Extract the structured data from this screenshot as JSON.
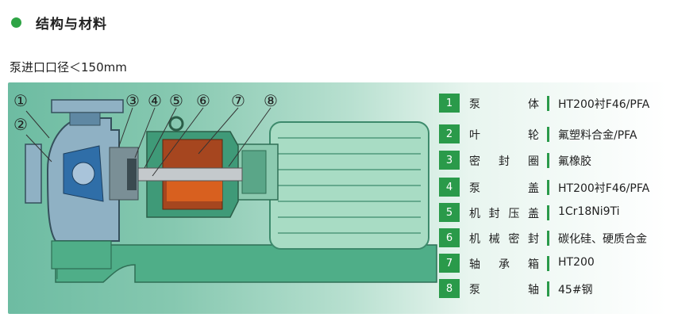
{
  "section_title": "结构与材料",
  "subtitle": "泵进口口径＜150mm",
  "callouts": [
    "①",
    "②",
    "③",
    "④",
    "⑤",
    "⑥",
    "⑦",
    "⑧"
  ],
  "parts": [
    {
      "no": "1",
      "name": "泵体",
      "material": "HT200衬F46/PFA"
    },
    {
      "no": "2",
      "name": "叶轮",
      "material": "氟塑料合金/PFA"
    },
    {
      "no": "3",
      "name": "密封圈",
      "material": "氟橡胶"
    },
    {
      "no": "4",
      "name": "泵盖",
      "material": "HT200衬F46/PFA"
    },
    {
      "no": "5",
      "name": "机封压盖",
      "material": "1Cr18Ni9Ti"
    },
    {
      "no": "6",
      "name": "机械密封",
      "material": "碳化硅、硬质合金"
    },
    {
      "no": "7",
      "name": "轴承箱",
      "material": "HT200"
    },
    {
      "no": "8",
      "name": "泵轴",
      "material": "45#钢"
    }
  ],
  "colors": {
    "accent": "#2a9a4a",
    "dot": "#2ea445"
  }
}
